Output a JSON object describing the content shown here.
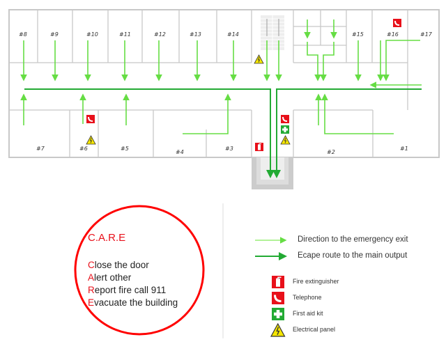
{
  "rooms": {
    "r1": "#1",
    "r2": "#2",
    "r3": "#3",
    "r4": "#4",
    "r5": "#5",
    "r6": "#6",
    "r7": "#7",
    "r8": "#8",
    "r9": "#9",
    "r10": "#10",
    "r11": "#11",
    "r12": "#12",
    "r13": "#13",
    "r14": "#14",
    "r15": "#15",
    "r16": "#16",
    "r17": "#17"
  },
  "care": {
    "title": "C.A.R.E",
    "lines": [
      {
        "first": "C",
        "rest": "lose the door"
      },
      {
        "first": "A",
        "rest": "lert other"
      },
      {
        "first": "R",
        "rest": "eport fire call 911"
      },
      {
        "first": "E",
        "rest": "vacuate the building"
      }
    ]
  },
  "legend": {
    "direction": "Direction to the emergency exit",
    "route": "Ecape route to the main output",
    "extinguisher": "Fire extinguisher",
    "telephone": "Telephone",
    "first_aid": "First aid kit",
    "electrical": "Electrical panel"
  },
  "colors": {
    "light_arrow": "#66dd44",
    "main_route": "#22aa33",
    "red": "#e8101a",
    "green": "#22aa33",
    "wall": "#c8c8c8"
  }
}
